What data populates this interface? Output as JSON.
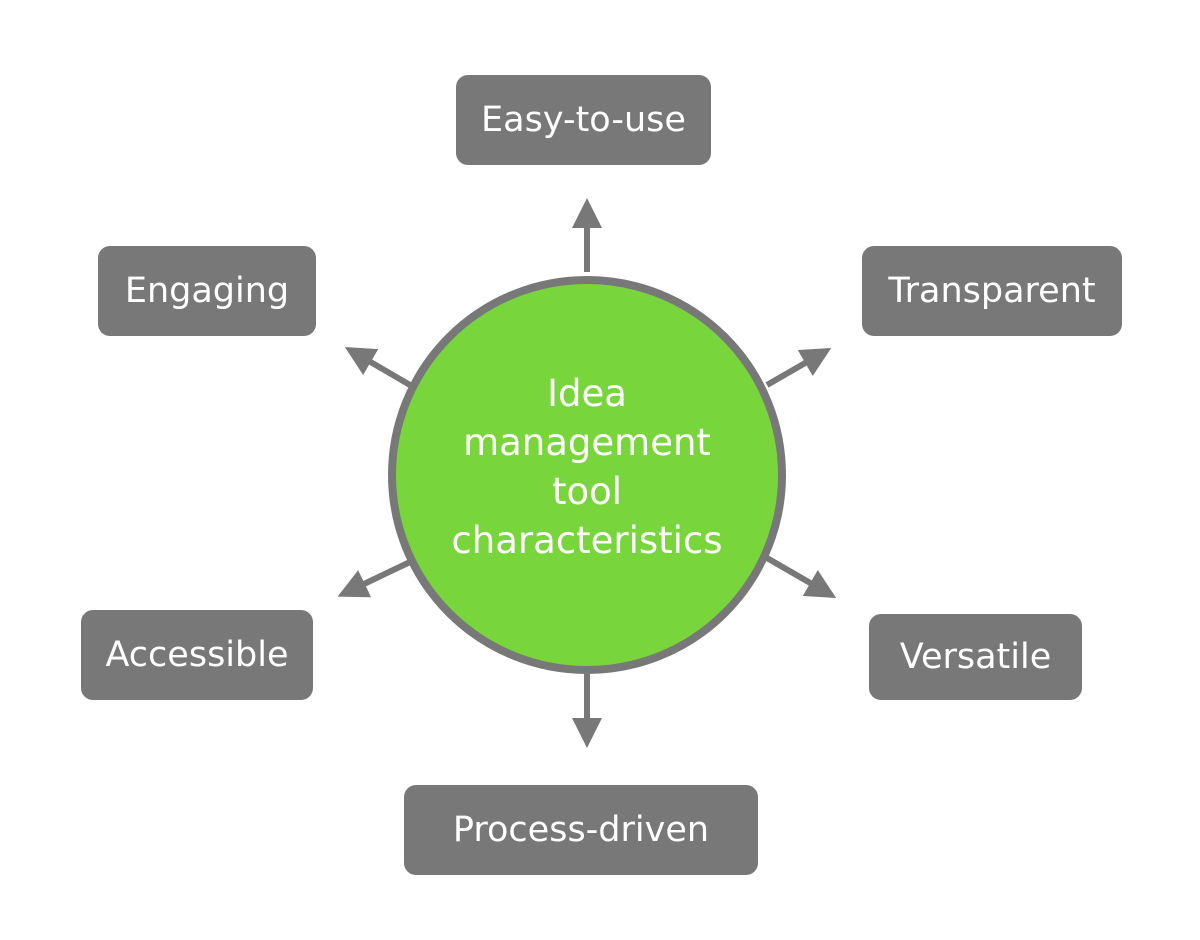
{
  "center": {
    "title_lines": [
      "Idea",
      "management",
      "tool",
      "characteristics"
    ],
    "fill_color": "#78d63c",
    "border_color": "#787878"
  },
  "nodes": [
    {
      "id": "easy-to-use",
      "label": "Easy-to-use"
    },
    {
      "id": "transparent",
      "label": "Transparent"
    },
    {
      "id": "versatile",
      "label": "Versatile"
    },
    {
      "id": "process-driven",
      "label": "Process-driven"
    },
    {
      "id": "accessible",
      "label": "Accessible"
    },
    {
      "id": "engaging",
      "label": "Engaging"
    }
  ],
  "colors": {
    "box": "#787878",
    "arrow": "#787878",
    "text": "#ffffff",
    "background": "#ffffff"
  }
}
